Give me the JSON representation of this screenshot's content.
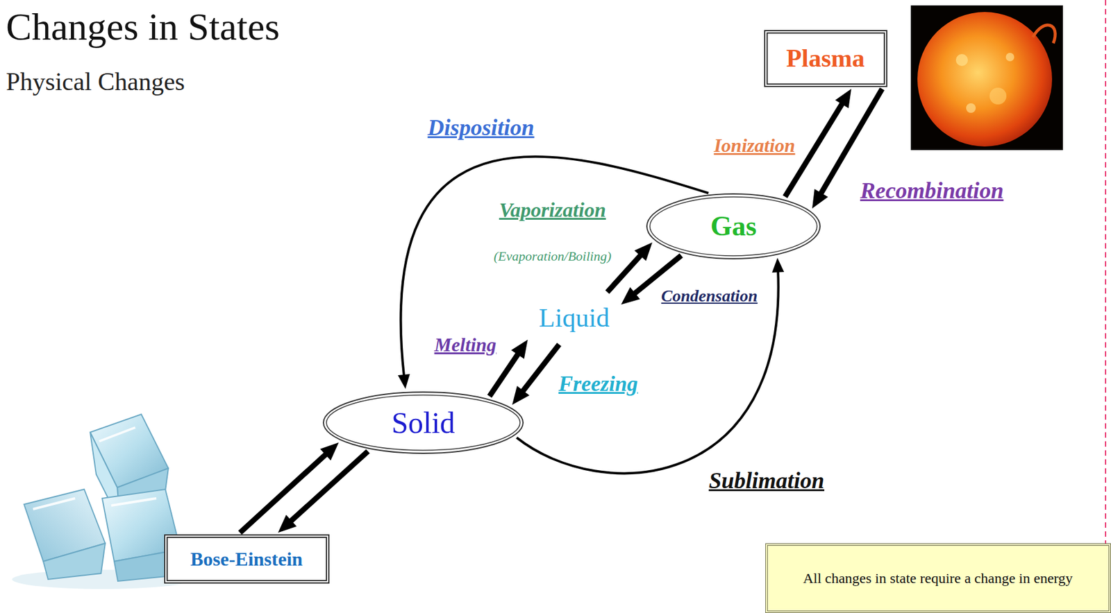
{
  "diagram": {
    "title": "Changes in States",
    "nodes": [
      {
        "text": [
          "Plasma"
        ]
      },
      {
        "text": [
          "Gas"
        ]
      },
      {
        "text": [
          "Liquid"
        ]
      },
      {
        "text": [
          "Solid"
        ]
      },
      {
        "text": [
          "Bose-Einstein"
        ]
      },
      {
        "text": [
          "All changes in state require a change in energy"
        ]
      }
    ],
    "edges": [
      {
        "from": 1,
        "to": 0,
        "arrow": "to",
        "label": "Ionization"
      },
      {
        "from": 0,
        "to": 1,
        "arrow": "to",
        "label": "Recombination"
      },
      {
        "from": 1,
        "to": 3,
        "arrow": "to",
        "label": "Disposition"
      },
      {
        "from": 2,
        "to": 1,
        "arrow": "to",
        "label": "Vaporization"
      },
      {
        "from": 1,
        "to": 2,
        "arrow": "to",
        "label": "Condensation"
      },
      {
        "from": 3,
        "to": 2,
        "arrow": "to",
        "label": "Melting"
      },
      {
        "from": 2,
        "to": 3,
        "arrow": "to",
        "label": "Freezing"
      },
      {
        "from": 3,
        "to": 1,
        "arrow": "to",
        "label": "Sublimation"
      },
      {
        "from": 4,
        "to": 3,
        "arrow": "to"
      },
      {
        "from": 3,
        "to": 4,
        "arrow": "to"
      }
    ],
    "labels": [
      "Physical Changes",
      "(Evaporation/Boiling)"
    ]
  }
}
